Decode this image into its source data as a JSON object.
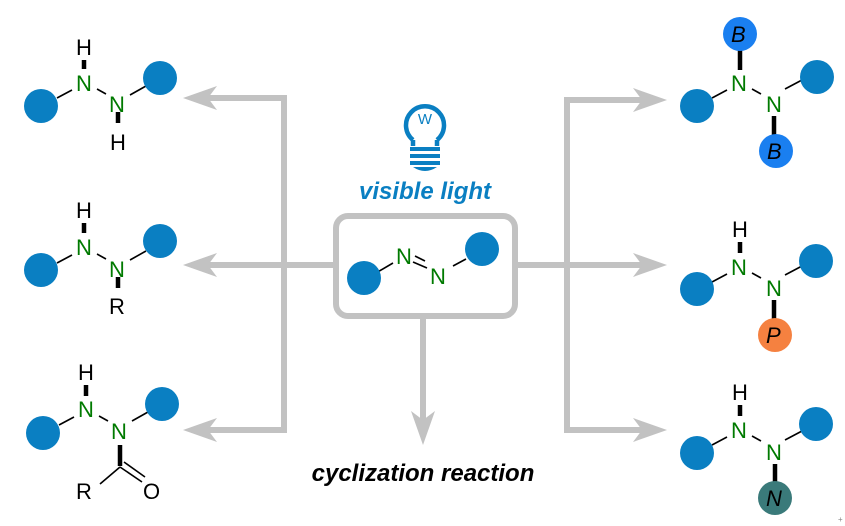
{
  "colors": {
    "substituent_blue": "#0a7fc2",
    "boron": "#1a7ff0",
    "phosphorus": "#f58140",
    "nitrogen_group": "#3a7a7a",
    "nitrogen_text": "#007a00",
    "arrow_gray": "#c2c2c2",
    "label_blue": "#0a7fc2"
  },
  "condition": {
    "icon": "light-bulb-icon",
    "bulb_letter": "W",
    "label": "visible light"
  },
  "center": {
    "compound": "azo compound",
    "atoms": [
      "N",
      "N"
    ]
  },
  "bottom_label": "cyclization reaction",
  "left_products": [
    {
      "name": "hydrazine",
      "top": "H",
      "n1": "N",
      "n2": "N",
      "bottom": "H"
    },
    {
      "name": "N-substituted hydrazine",
      "top": "H",
      "n1": "N",
      "n2": "N",
      "bottom": "R"
    },
    {
      "name": "acyl hydrazine",
      "top": "H",
      "n1": "N",
      "n2": "N",
      "acyl_r": "R",
      "acyl_o": "O"
    }
  ],
  "right_products": [
    {
      "name": "diboryl hydrazine",
      "top": "B",
      "n1": "N",
      "n2": "N",
      "bottom": "B"
    },
    {
      "name": "phosphinyl hydrazine",
      "top": "H",
      "n1": "N",
      "n2": "N",
      "bottom": "P"
    },
    {
      "name": "N-amino hydrazine",
      "top": "H",
      "n1": "N",
      "n2": "N",
      "bottom": "N"
    }
  ],
  "corner_mark": "+"
}
